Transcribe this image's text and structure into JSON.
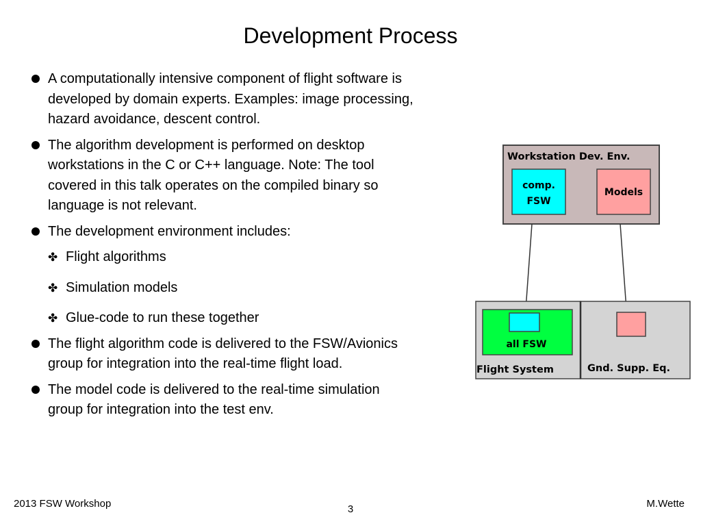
{
  "slide": {
    "title": "Development Process",
    "bullets": [
      {
        "level": 1,
        "text": "A computationally intensive component of flight software is developed by domain experts. Examples: image processing, hazard avoidance, descent  control."
      },
      {
        "level": 1,
        "text": "The algorithm development is performed on desktop workstations in the C or C++ language. Note: The tool covered in this talk operates on the compiled binary so language is not relevant."
      },
      {
        "level": 1,
        "text": "The development environment includes:"
      },
      {
        "level": 2,
        "text": "Flight algorithms"
      },
      {
        "level": 2,
        "text": "Simulation models"
      },
      {
        "level": 2,
        "text": "Glue-code to run these together"
      },
      {
        "level": 1,
        "text": "The flight algorithm code is delivered to the FSW/Avionics group for integration into the real-time flight load."
      },
      {
        "level": 1,
        "text": "The model code is delivered to the real-time simulation group for integration into the test env."
      }
    ],
    "sub_bullet_icon": "four-petal-flower-icon"
  },
  "diagram": {
    "workstation_label": "Workstation Dev. Env.",
    "comp_fsw_line1": "comp.",
    "comp_fsw_line2": "FSW",
    "models_label": "Models",
    "all_fsw_label": "all FSW",
    "flight_system_label": "Flight System",
    "gse_label": "Gnd. Supp. Eq.",
    "colors": {
      "workstation_bg": "#c8b8b8",
      "comp_fsw": "#00ffff",
      "models": "#ffa0a0",
      "panel_bg": "#d4d4d4",
      "all_fsw": "#00ff40"
    }
  },
  "footer": {
    "left": "2013 FSW Workshop",
    "page_number": "3",
    "right": "M.Wette"
  }
}
